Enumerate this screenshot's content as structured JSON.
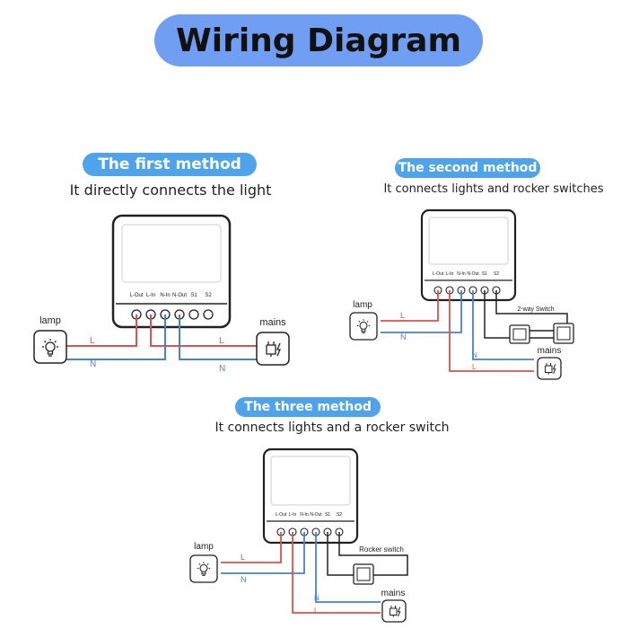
{
  "title": "Wiring Diagram",
  "methods": [
    {
      "label": "The first method",
      "subtitle": "It directly connects the light",
      "terminals": [
        "L-Out",
        "L-In",
        "N-In",
        "N-Out",
        "S1",
        "S2"
      ],
      "lamp": "lamp",
      "mains": "mains",
      "wires": [
        "L",
        "L",
        "N",
        "N"
      ]
    },
    {
      "label": "The second method",
      "subtitle": "It connects lights and rocker switches",
      "terminals": [
        "L-Out",
        "L-In",
        "N-In",
        "N-Out",
        "S1",
        "S2"
      ],
      "lamp": "lamp",
      "mains": "mains",
      "switch": "2-way Switch",
      "wires": [
        "L",
        "N",
        "N",
        "L"
      ]
    },
    {
      "label": "The three method",
      "subtitle": "It connects lights and a rocker switch",
      "terminals": [
        "L-Out",
        "L-In",
        "N-In",
        "N-Out",
        "S1",
        "S2"
      ],
      "lamp": "lamp",
      "mains": "mains",
      "switch": "Rocker switch",
      "wires": [
        "L",
        "N",
        "N",
        "L"
      ]
    }
  ],
  "colors": {
    "title_bg": "#6f9ef2",
    "pill_bg": "#4fa3ea",
    "live": "#d9534f",
    "neutral": "#4a7fd6",
    "switch_wire": "#222222"
  }
}
